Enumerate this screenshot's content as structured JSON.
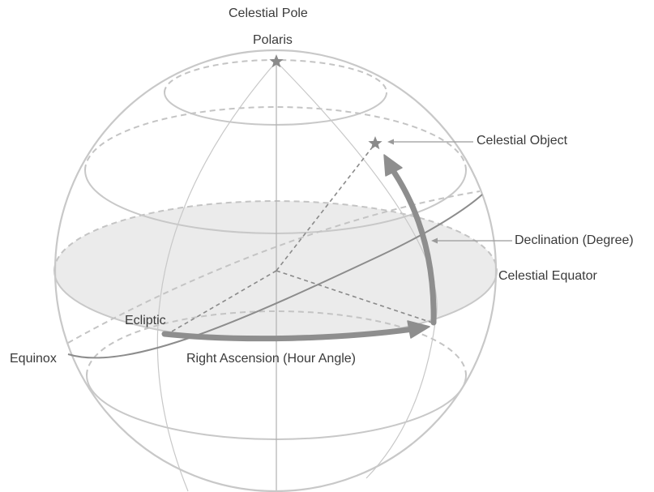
{
  "labels": {
    "celestial_pole": "Celestial Pole",
    "polaris": "Polaris",
    "celestial_object": "Celestial Object",
    "declination": "Declination (Degree)",
    "celestial_equator": "Celestial Equator",
    "ecliptic": "Ecliptic",
    "equinox": "Equinox",
    "right_ascension": "Right Ascension (Hour Angle)"
  },
  "colors": {
    "sphere_outline": "#c8c8c8",
    "dashed_circle": "#c4c4c4",
    "equator_fill": "#ebebeb",
    "ecliptic_line": "#8c8c8c",
    "arrow": "#8e8e8e",
    "dashed_helper": "#8a8a8a",
    "leader_line": "#9a9a9a",
    "text": "#3a3a3a",
    "star": "#8a8a8a"
  }
}
